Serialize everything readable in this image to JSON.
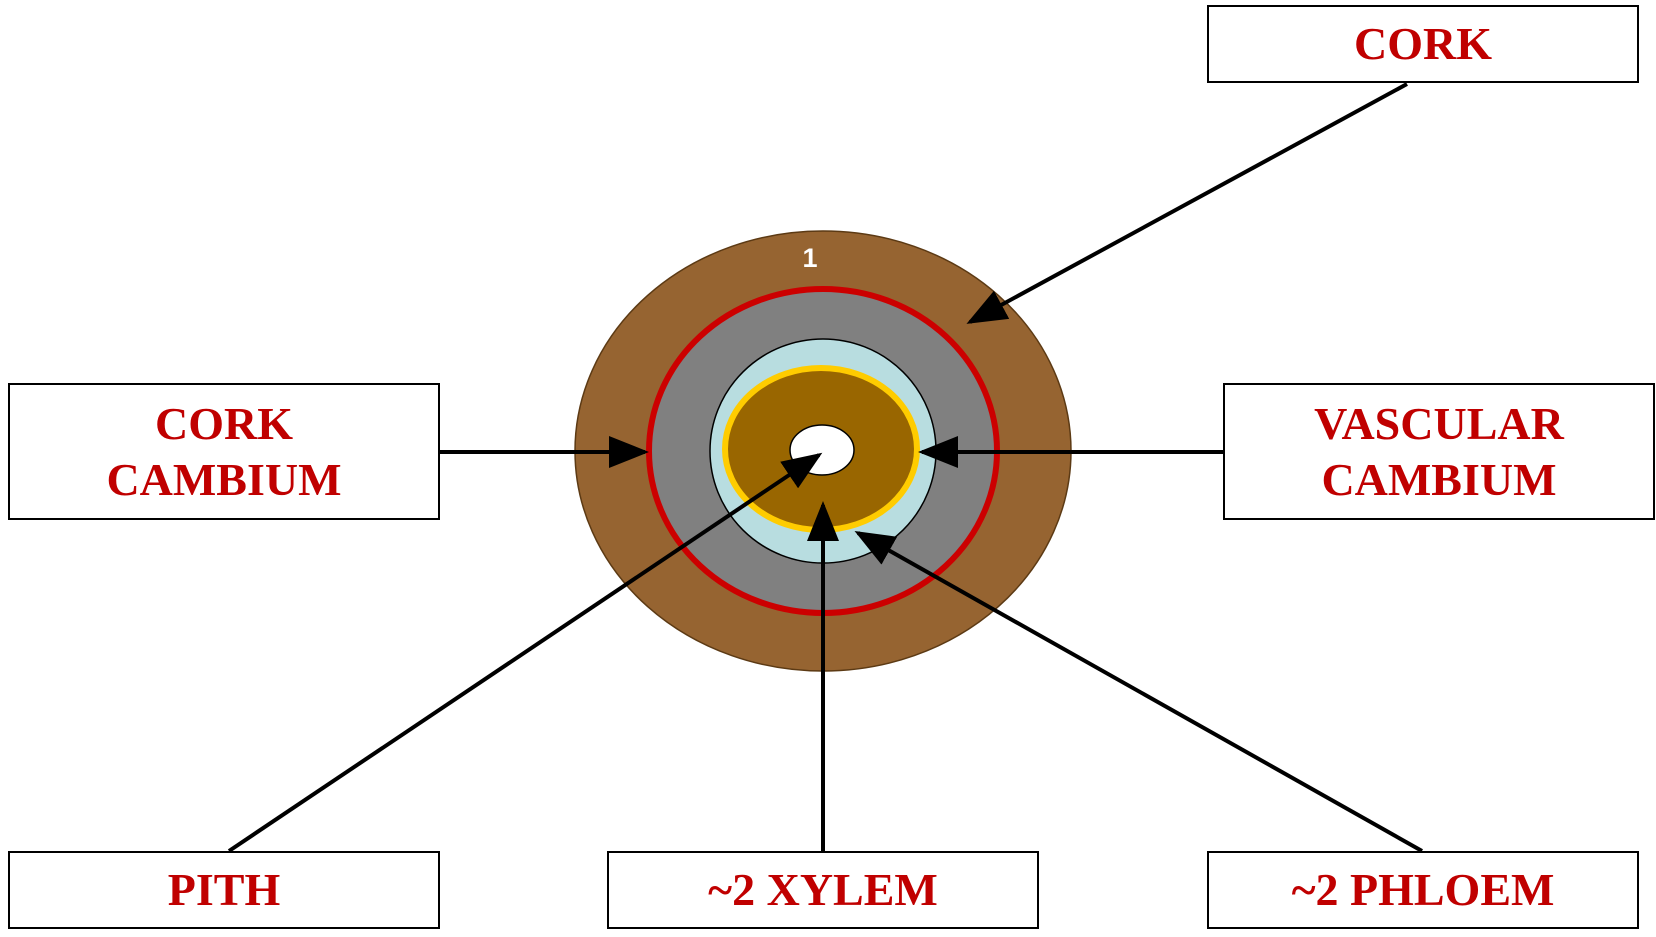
{
  "colors": {
    "bark_outer": "#966431",
    "cork_cambium_ring": "#cc0000",
    "secondary_phloem_band": "#808080",
    "phloem_inner": "#b8dde0",
    "vascular_cambium_ring": "#ffcc00",
    "secondary_xylem": "#996600",
    "pith": "#ffffff",
    "label_text": "#c00000",
    "arrow": "#000000",
    "ring_number": "#ffffff"
  },
  "ring_number": "1",
  "labels": {
    "cork": {
      "lines": [
        "CORK"
      ]
    },
    "cork_cambium": {
      "lines": [
        "CORK",
        "CAMBIUM"
      ]
    },
    "vascular_cambium": {
      "lines": [
        "VASCULAR",
        "CAMBIUM"
      ]
    },
    "pith": {
      "lines": [
        "PITH"
      ]
    },
    "secondary_xylem": {
      "lines": [
        "~2 XYLEM"
      ]
    },
    "secondary_phloem": {
      "lines": [
        "~2 PHLOEM"
      ]
    }
  }
}
